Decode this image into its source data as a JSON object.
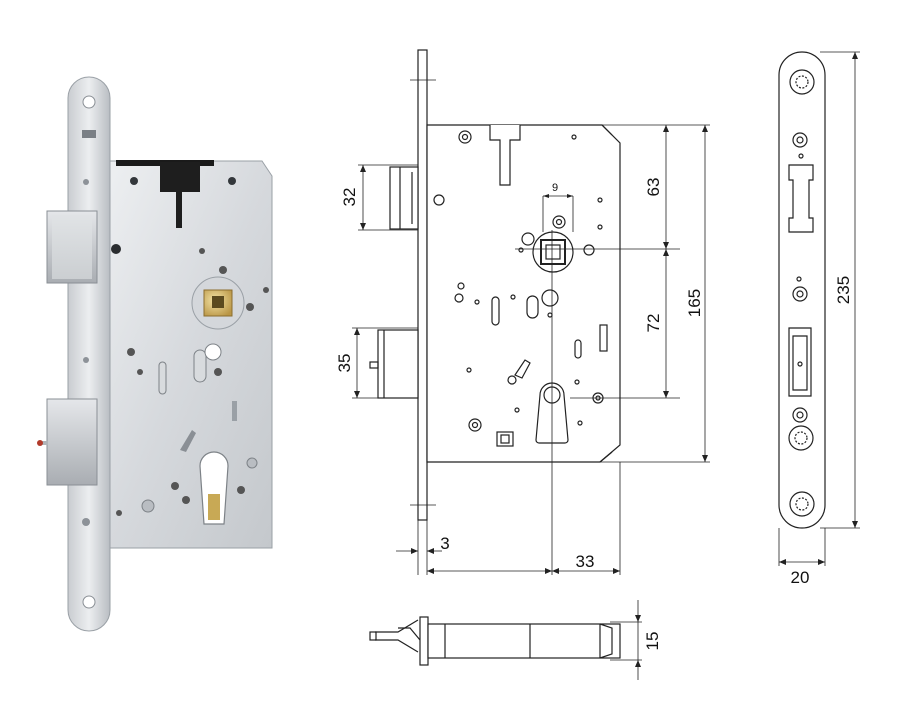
{
  "dimensions": {
    "latch_height": "32",
    "bolt_height": "35",
    "follower_to_top": "63",
    "follower_to_cylinder": "72",
    "case_height": "165",
    "spindle_square": "9",
    "faceplate_thickness": "3",
    "backset": "33",
    "faceplate_length": "235",
    "faceplate_width": "20",
    "case_depth": "15"
  }
}
